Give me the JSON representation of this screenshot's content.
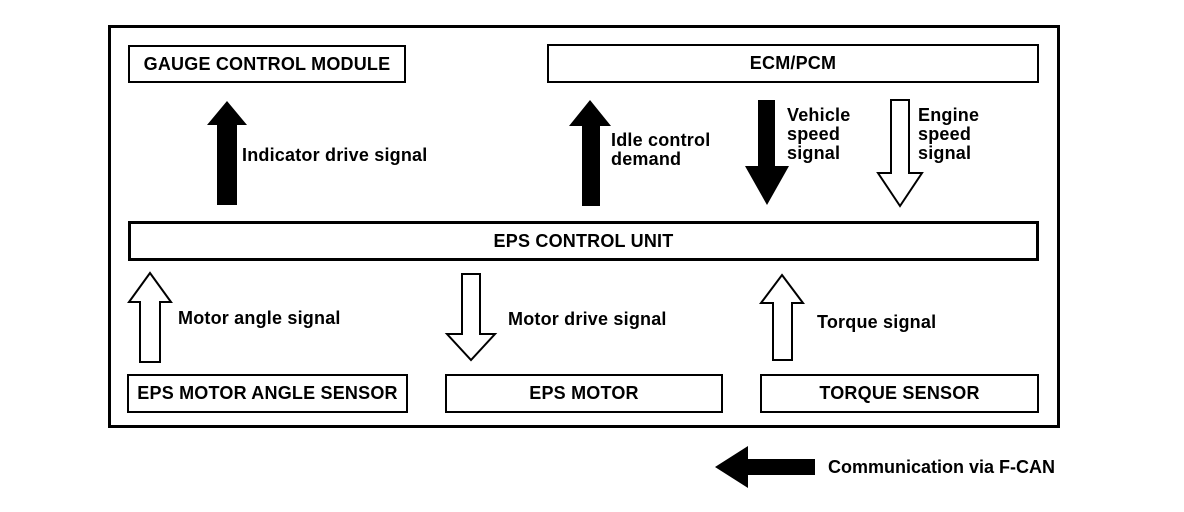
{
  "diagram": {
    "colors": {
      "line": "#000000",
      "background": "#ffffff"
    },
    "boxes": {
      "gauge_control_module": "GAUGE CONTROL MODULE",
      "ecm_pcm": "ECM/PCM",
      "eps_control_unit": "EPS CONTROL UNIT",
      "eps_motor_angle_sensor": "EPS MOTOR ANGLE SENSOR",
      "eps_motor": "EPS MOTOR",
      "torque_sensor": "TORQUE SENSOR"
    },
    "signals": {
      "indicator_drive": {
        "label": "Indicator drive signal",
        "direction": "up",
        "arrow_style": "filled"
      },
      "idle_control": {
        "label": "Idle control\ndemand",
        "direction": "up",
        "arrow_style": "filled"
      },
      "vehicle_speed": {
        "label": "Vehicle\nspeed\nsignal",
        "direction": "down",
        "arrow_style": "filled"
      },
      "engine_speed": {
        "label": "Engine\nspeed\nsignal",
        "direction": "down",
        "arrow_style": "outline"
      },
      "motor_angle": {
        "label": "Motor angle signal",
        "direction": "up",
        "arrow_style": "outline"
      },
      "motor_drive": {
        "label": "Motor drive signal",
        "direction": "down",
        "arrow_style": "outline"
      },
      "torque": {
        "label": "Torque signal",
        "direction": "up",
        "arrow_style": "outline"
      }
    },
    "legend": {
      "f_can": {
        "label": "Communication via F-CAN",
        "direction": "left",
        "arrow_style": "filled"
      }
    }
  }
}
